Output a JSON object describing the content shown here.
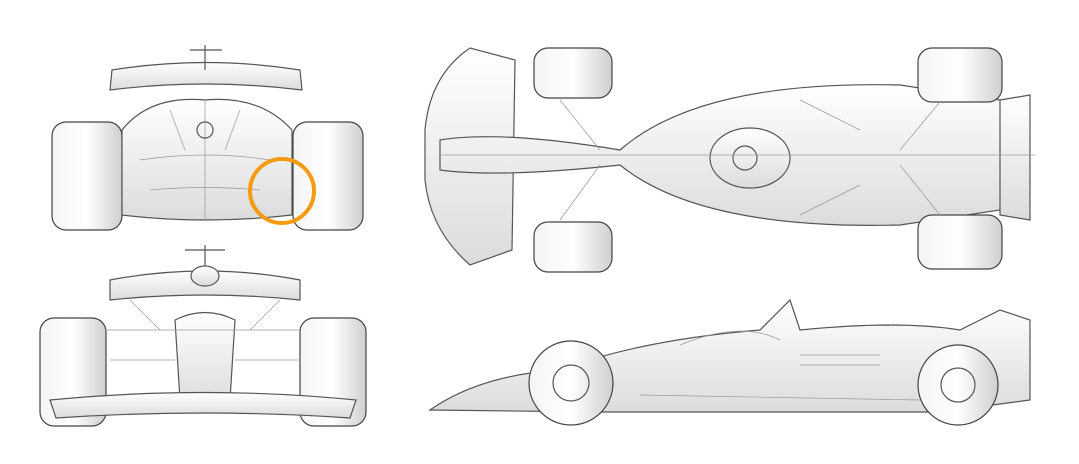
{
  "diagram": {
    "views": [
      "rear-view",
      "front-view",
      "top-view",
      "side-view"
    ],
    "highlight_color": "#F39C12",
    "line_color": "#555555",
    "background": "#ffffff"
  }
}
